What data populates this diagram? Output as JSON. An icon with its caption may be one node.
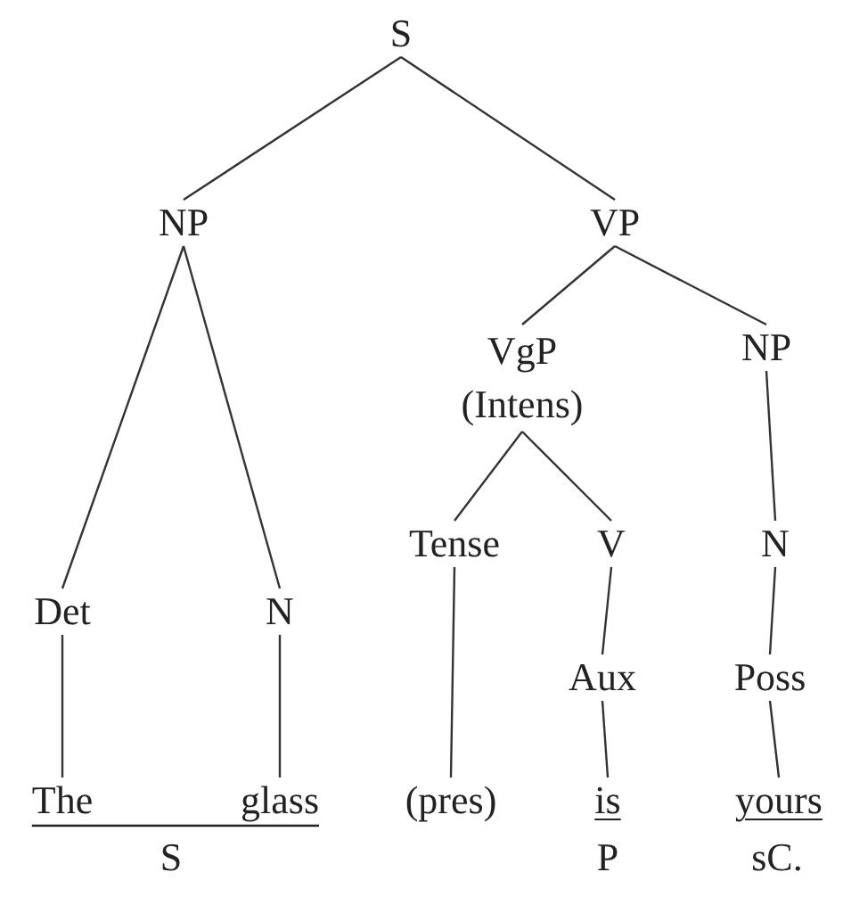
{
  "diagram": {
    "nodes": [
      {
        "text": [
          "S"
        ]
      },
      {
        "text": [
          "NP"
        ]
      },
      {
        "text": [
          "VP"
        ]
      },
      {
        "text": [
          "Det"
        ]
      },
      {
        "text": [
          "N"
        ]
      },
      {
        "text": [
          "VgP",
          "(Intens)"
        ]
      },
      {
        "text": [
          "NP"
        ]
      },
      {
        "text": [
          "Tense"
        ]
      },
      {
        "text": [
          "V"
        ]
      },
      {
        "text": [
          "N"
        ]
      },
      {
        "text": [
          "Aux"
        ]
      },
      {
        "text": [
          "Poss"
        ]
      },
      {
        "text": [
          "The"
        ]
      },
      {
        "text": [
          "glass"
        ]
      },
      {
        "text": [
          "(pres)"
        ]
      },
      {
        "text": [
          "is"
        ]
      },
      {
        "text": [
          "yours"
        ]
      }
    ],
    "edges": [
      {
        "from": 0,
        "to": 1,
        "arrow": "none"
      },
      {
        "from": 0,
        "to": 2,
        "arrow": "none"
      },
      {
        "from": 1,
        "to": 3,
        "arrow": "none"
      },
      {
        "from": 1,
        "to": 4,
        "arrow": "none"
      },
      {
        "from": 2,
        "to": 5,
        "arrow": "none"
      },
      {
        "from": 2,
        "to": 6,
        "arrow": "none"
      },
      {
        "from": 5,
        "to": 7,
        "arrow": "none"
      },
      {
        "from": 5,
        "to": 8,
        "arrow": "none"
      },
      {
        "from": 6,
        "to": 9,
        "arrow": "none"
      },
      {
        "from": 8,
        "to": 10,
        "arrow": "none"
      },
      {
        "from": 9,
        "to": 11,
        "arrow": "none"
      },
      {
        "from": 3,
        "to": 12,
        "arrow": "none"
      },
      {
        "from": 4,
        "to": 13,
        "arrow": "none"
      },
      {
        "from": 7,
        "to": 14,
        "arrow": "none"
      },
      {
        "from": 10,
        "to": 15,
        "arrow": "none"
      },
      {
        "from": 11,
        "to": 16,
        "arrow": "none"
      }
    ],
    "labels": [
      "S",
      "P",
      "sC."
    ]
  }
}
